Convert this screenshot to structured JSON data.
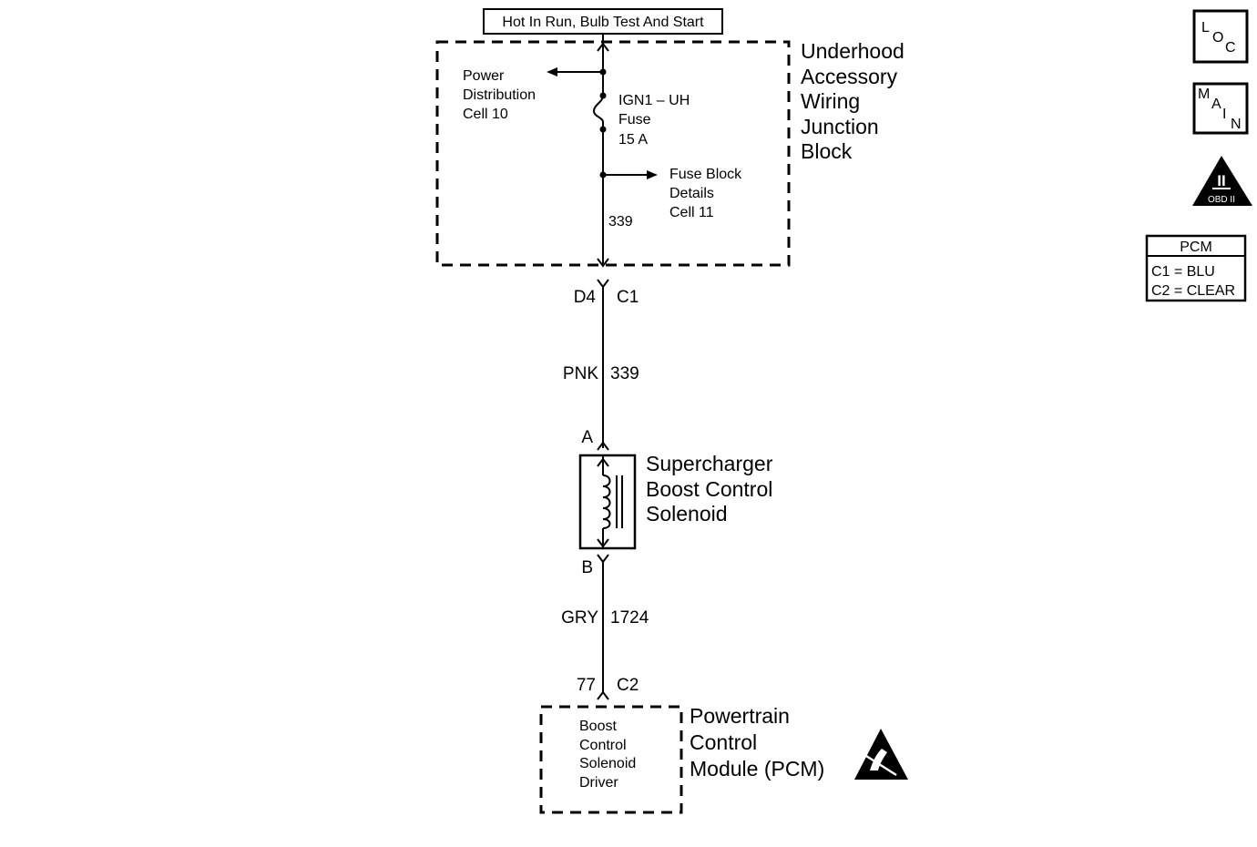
{
  "power_source": {
    "label": "Hot In Run, Bulb Test And Start"
  },
  "junction_block": {
    "title_lines": [
      "Underhood",
      "Accessory",
      "Wiring",
      "Junction",
      "Block"
    ],
    "power_distribution_ref": [
      "Power",
      "Distribution",
      "Cell 10"
    ],
    "fuse": {
      "name": "IGN1 – UH",
      "type": "Fuse",
      "rating": "15 A"
    },
    "fuse_block_ref": [
      "Fuse Block",
      "Details",
      "Cell 11"
    ],
    "circuit_number": "339"
  },
  "connector_top": {
    "pin": "D4",
    "connector": "C1"
  },
  "wire_1": {
    "color": "PNK",
    "circuit": "339"
  },
  "solenoid": {
    "pin_a": "A",
    "pin_b": "B",
    "title_lines": [
      "Supercharger",
      "Boost Control",
      "Solenoid"
    ]
  },
  "wire_2": {
    "color": "GRY",
    "circuit": "1724"
  },
  "connector_bottom": {
    "pin": "77",
    "connector": "C2"
  },
  "pcm": {
    "inner_lines": [
      "Boost",
      "Control",
      "Solenoid",
      "Driver"
    ],
    "title_lines": [
      "Powertrain",
      "Control",
      "Module (PCM)"
    ]
  },
  "side_icons": {
    "loc": {
      "l": "L",
      "o": "O",
      "c": "C"
    },
    "main": {
      "m": "M",
      "a": "A",
      "i": "I",
      "n": "N"
    },
    "obd": {
      "numeral": "II",
      "label": "OBD II"
    }
  },
  "pcm_legend": {
    "title": "PCM",
    "rows": [
      "C1 = BLU",
      "C2 = CLEAR"
    ]
  }
}
